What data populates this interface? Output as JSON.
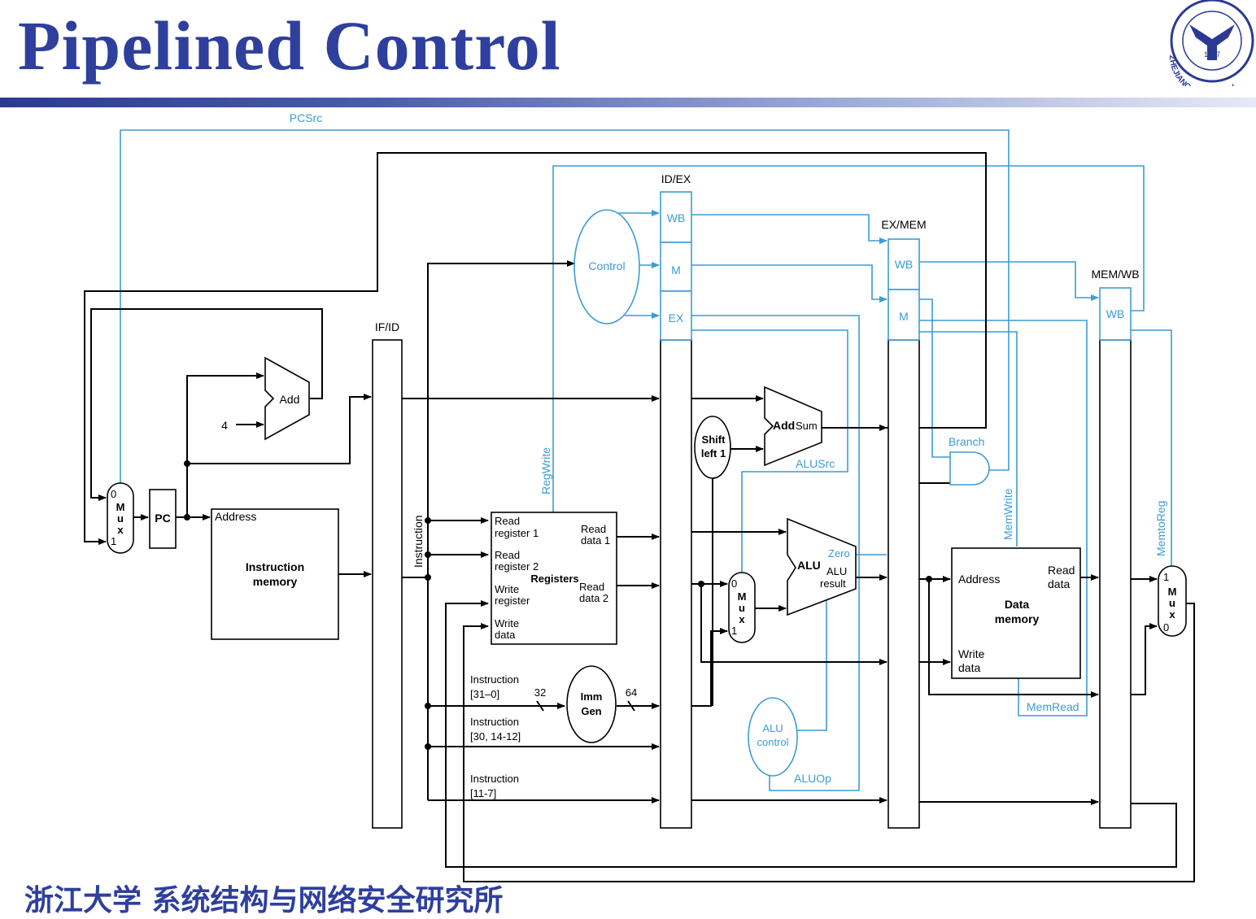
{
  "slide": {
    "title": "Pipelined Control",
    "footer": "浙江大学 系统结构与网络安全研究所"
  },
  "logo": {
    "year": "1897",
    "name": "ZHEJIANG UNIVERSITY"
  },
  "colors": {
    "title": "#2e3f9e",
    "control": "#3c9cd4",
    "datapath": "#000000"
  },
  "pipeline_registers": {
    "if_id": "IF/ID",
    "id_ex": "ID/EX",
    "ex_mem": "EX/MEM",
    "mem_wb": "MEM/WB"
  },
  "stage_fields": {
    "wb": "WB",
    "m": "M",
    "ex": "EX"
  },
  "units": {
    "pc": "PC",
    "add": "Add",
    "add_sum": "Sum",
    "const_four": "4",
    "mux_letters": [
      "M",
      "u",
      "x"
    ],
    "mux_zero": "0",
    "mux_one": "1",
    "instr_mem": {
      "address": "Address",
      "line1": "Instruction",
      "line2": "memory"
    },
    "registers": {
      "name": "Registers",
      "read_reg1": [
        "Read",
        "register 1"
      ],
      "read_reg2": [
        "Read",
        "register 2"
      ],
      "write_reg": [
        "Write",
        "register"
      ],
      "write_data": [
        "Write",
        "data"
      ],
      "read_data1": [
        "Read",
        "data 1"
      ],
      "read_data2": [
        "Read",
        "data 2"
      ]
    },
    "shift": [
      "Shift",
      "left 1"
    ],
    "alu": {
      "name": "ALU",
      "zero": "Zero",
      "result": [
        "ALU",
        "result"
      ]
    },
    "imm_gen": [
      "Imm",
      "Gen"
    ],
    "data_mem": {
      "address": "Address",
      "read_data": [
        "Read",
        "data"
      ],
      "write_data": [
        "Write",
        "data"
      ],
      "name": [
        "Data",
        "memory"
      ]
    }
  },
  "signals": {
    "pcsrc": "PCSrc",
    "control": "Control",
    "regwrite": "RegWrite",
    "alusrc": "ALUSrc",
    "branch": "Branch",
    "memwrite": "MemWrite",
    "memread": "MemRead",
    "memtoreg": "MemtoReg",
    "alu_control": [
      "ALU",
      "control"
    ],
    "aluop": "ALUOp"
  },
  "instruction_fields": {
    "instruction": "Instruction",
    "f1": [
      "Instruction",
      "[31–0]"
    ],
    "f2": [
      "Instruction",
      "[30, 14-12]"
    ],
    "f3": [
      "Instruction",
      "[11-7]"
    ],
    "width_in": "32",
    "width_out": "64"
  }
}
